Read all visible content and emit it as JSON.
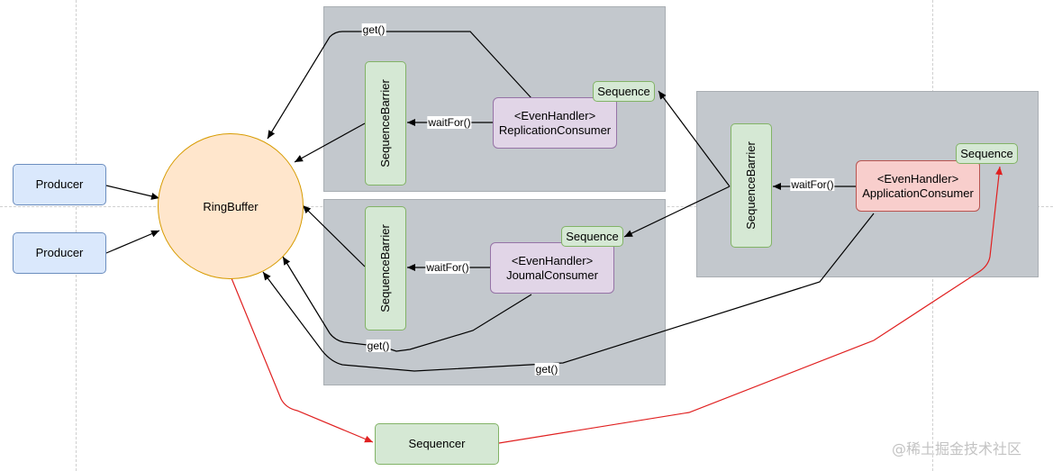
{
  "diagram": {
    "ring_buffer": "RingBuffer",
    "producers": [
      "Producer",
      "Producer"
    ],
    "sequencer": "Sequencer",
    "sequence_barrier": "SequenceBarrier",
    "sequence": "Sequence",
    "even_handler": "<EvenHandler>",
    "consumers": {
      "replication": "ReplicationConsumer",
      "journal": "JoumalConsumer",
      "application": "ApplicationConsumer"
    },
    "edge_labels": {
      "get": "get()",
      "wait_for": "waitFor()"
    },
    "colors": {
      "producer": "#dae8fc",
      "ring_buffer": "#ffe6cc",
      "sequence": "#d5e8d4",
      "event_handler": "#e1d5e7",
      "application_handler": "#f8cecc",
      "panel": "#c3c8cd",
      "sequencer_edge": "#e02020"
    }
  },
  "watermark": "@稀土掘金技术社区"
}
